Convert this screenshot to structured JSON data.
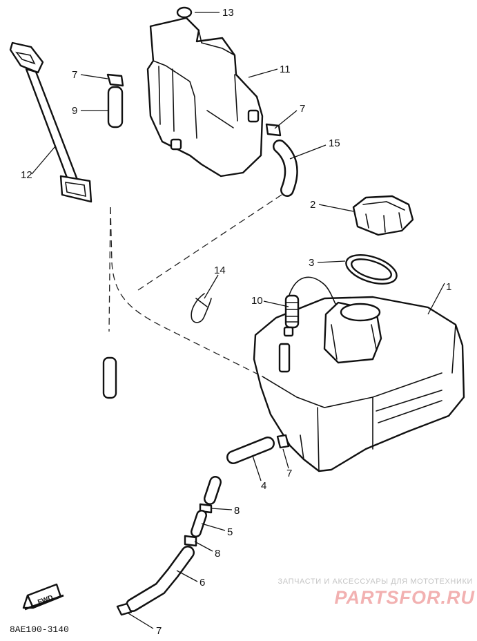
{
  "callouts": {
    "c1": "1",
    "c2": "2",
    "c3": "3",
    "c4": "4",
    "c5": "5",
    "c6": "6",
    "c7a": "7",
    "c7b": "7",
    "c7c": "7",
    "c7d": "7",
    "c8a": "8",
    "c8b": "8",
    "c9": "9",
    "c10": "10",
    "c11": "11",
    "c12": "12",
    "c13": "13",
    "c14": "14",
    "c15": "15"
  },
  "fwd_label": "FWD",
  "diagram_code": "8AE100-3140",
  "watermark": {
    "tagline": "ЗАПЧАСТИ И АКСЕССУАРЫ ДЛЯ МОТОТЕХНИКИ",
    "logo": "PARTSFOR.RU"
  },
  "colors": {
    "line": "#111111",
    "watermark_text": "#c4c4c4",
    "watermark_logo": "#f2b1b1"
  }
}
